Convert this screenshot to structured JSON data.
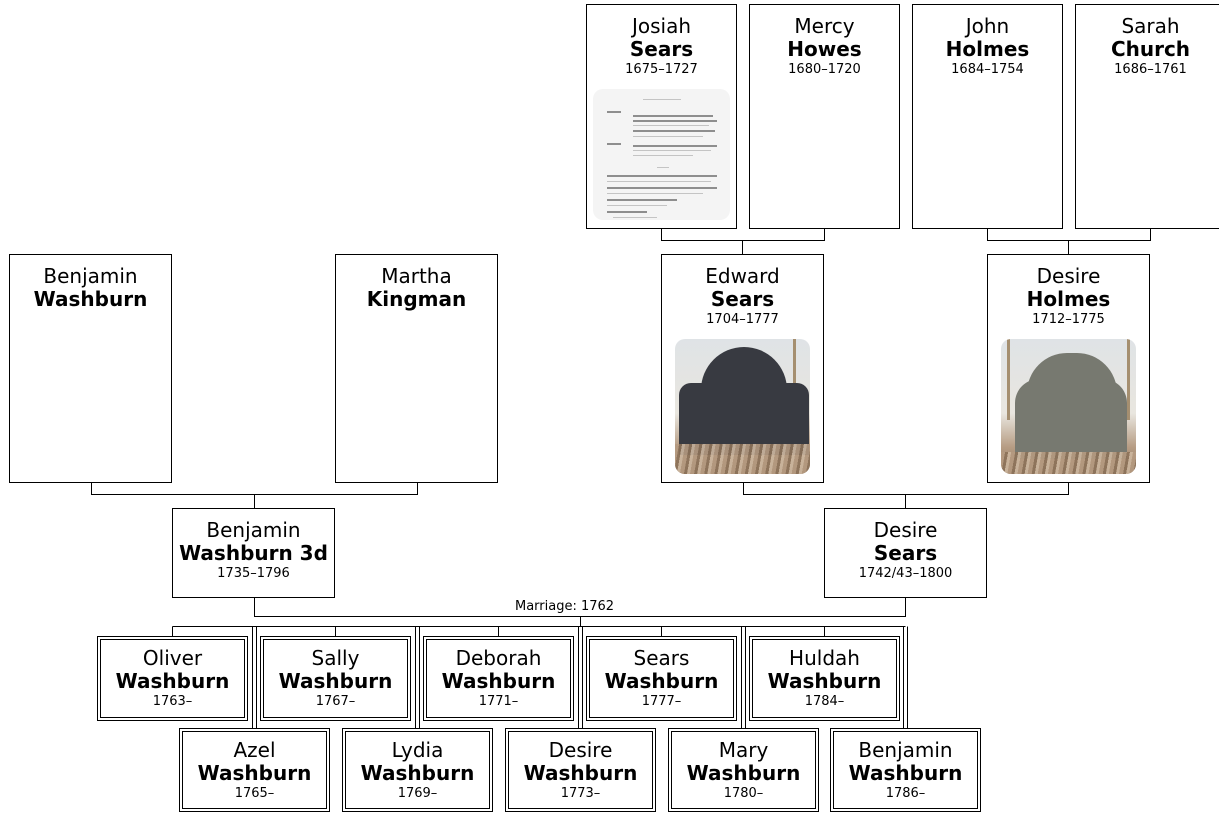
{
  "marriage": {
    "label": "Marriage: 1762"
  },
  "great_grandparents": [
    {
      "given": "Josiah",
      "surname": "Sears",
      "years": "1675–1727",
      "image": "document-scan"
    },
    {
      "given": "Mercy",
      "surname": "Howes",
      "years": "1680–1720"
    },
    {
      "given": "John",
      "surname": "Holmes",
      "years": "1684–1754"
    },
    {
      "given": "Sarah",
      "surname": "Church",
      "years": "1686–1761"
    }
  ],
  "grandparents": [
    {
      "given": "Benjamin",
      "surname": "Washburn",
      "years": ""
    },
    {
      "given": "Martha",
      "surname": "Kingman",
      "years": ""
    },
    {
      "given": "Edward",
      "surname": "Sears",
      "years": "1704–1777",
      "image": "gravestone"
    },
    {
      "given": "Desire",
      "surname": "Holmes",
      "years": "1712–1775",
      "image": "gravestone"
    }
  ],
  "couple": [
    {
      "given": "Benjamin",
      "surname": "Washburn 3d",
      "years": "1735–1796"
    },
    {
      "given": "Desire",
      "surname": "Sears",
      "years": "1742/43–1800"
    }
  ],
  "children": [
    {
      "given": "Oliver",
      "surname": "Washburn",
      "years": "1763–"
    },
    {
      "given": "Azel",
      "surname": "Washburn",
      "years": "1765–"
    },
    {
      "given": "Sally",
      "surname": "Washburn",
      "years": "1767–"
    },
    {
      "given": "Lydia",
      "surname": "Washburn",
      "years": "1769–"
    },
    {
      "given": "Deborah",
      "surname": "Washburn",
      "years": "1771–"
    },
    {
      "given": "Desire",
      "surname": "Washburn",
      "years": "1773–"
    },
    {
      "given": "Sears",
      "surname": "Washburn",
      "years": "1777–"
    },
    {
      "given": "Mary",
      "surname": "Washburn",
      "years": "1780–"
    },
    {
      "given": "Huldah",
      "surname": "Washburn",
      "years": "1784–"
    },
    {
      "given": "Benjamin",
      "surname": "Washburn",
      "years": "1786–"
    }
  ]
}
